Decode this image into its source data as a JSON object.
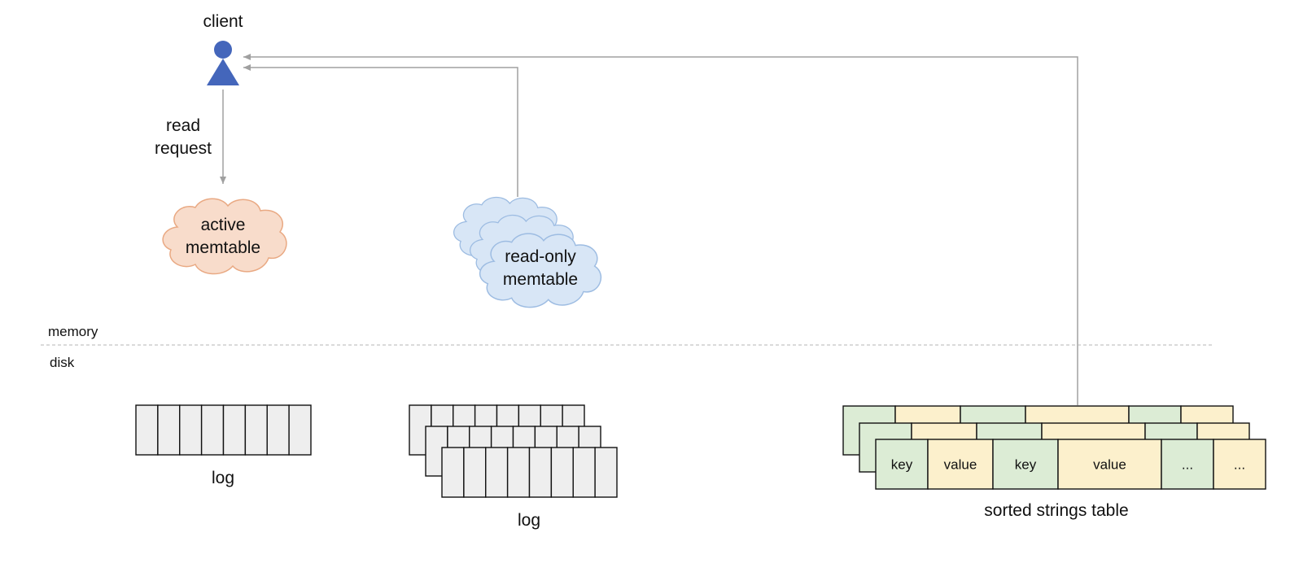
{
  "client": {
    "label": "client"
  },
  "request": {
    "line1": "read",
    "line2": "request"
  },
  "active_memtable": {
    "line1": "active",
    "line2": "memtable"
  },
  "readonly_memtable": {
    "line1": "read-only",
    "line2": "memtable"
  },
  "regions": {
    "memory": "memory",
    "disk": "disk"
  },
  "log_single": {
    "label": "log"
  },
  "log_stack": {
    "label": "log"
  },
  "sstable": {
    "label": "sorted strings table",
    "cells": [
      "key",
      "value",
      "key",
      "value",
      "...",
      "..."
    ]
  },
  "colors": {
    "client": "#4466bb",
    "active_fill": "#f8dccb",
    "active_stroke": "#e9a983",
    "readonly_fill": "#d8e6f6",
    "readonly_stroke": "#9dbce2",
    "key_fill": "#dcecd5",
    "value_fill": "#fcf0cc",
    "log_fill": "#eeeeee",
    "arrow": "#a0a0a0"
  }
}
